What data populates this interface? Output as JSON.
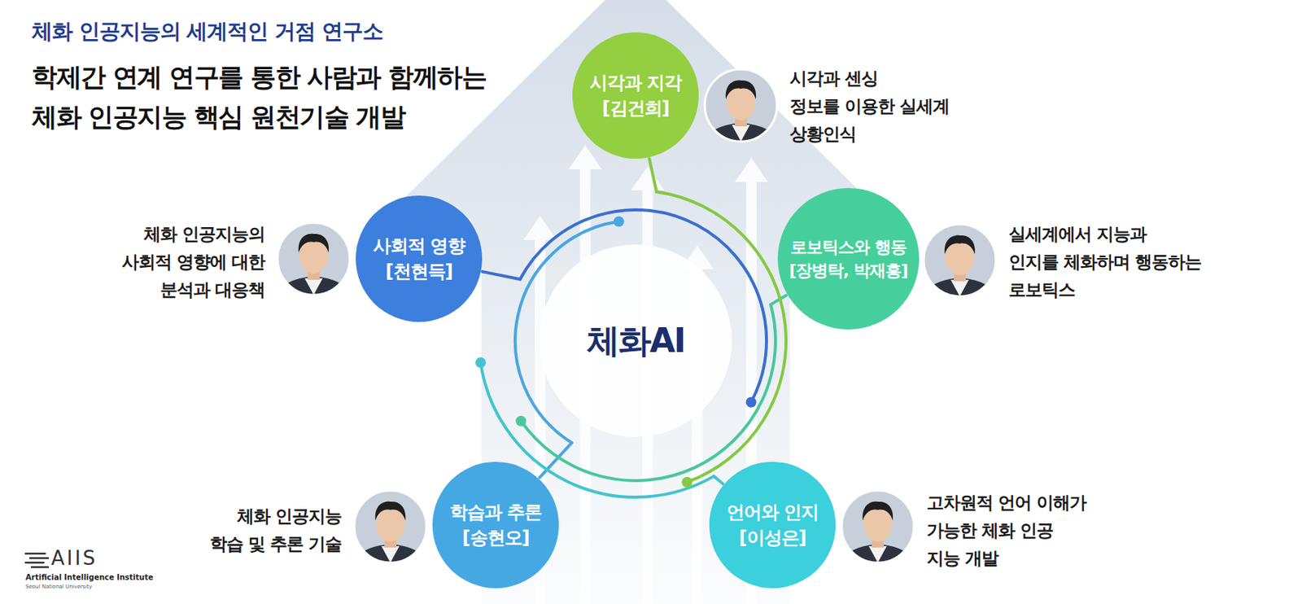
{
  "diagram": {
    "title": "학제간 연계 연구를 통한 사람과 함께하는 체화 인공지능 핵심 원천기술 개발",
    "nodes": [
      {
        "text": [
          "시각과 지각",
          "[김건희]"
        ]
      },
      {
        "text": [
          "사회적 영향",
          "[천현득]"
        ]
      },
      {
        "text": [
          "로보틱스와 행동",
          "[장병탁, 박재흥]"
        ]
      },
      {
        "text": [
          "학습과 추론",
          "[송현오]"
        ]
      },
      {
        "text": [
          "언어와 인지",
          "[이성은]"
        ]
      }
    ],
    "labels": [
      "체화 인공지능의 세계적인 거점 연구소",
      "시각과 센싱 정보를 이용한 실세계 상황인식",
      "체화 인공지능의 사회적 영향에 대한 분석과 대응책",
      "실세계에서 지능과 인지를 체화하며 행동하는 로보틱스",
      "체화AI",
      "체화 인공지능 학습 및 추론 기술",
      "고차원적 언어 이해가 가능한 체화 인공 지능 개발",
      "AIIS",
      "Artificial Intelligence Institute",
      "Seoul National University"
    ]
  }
}
